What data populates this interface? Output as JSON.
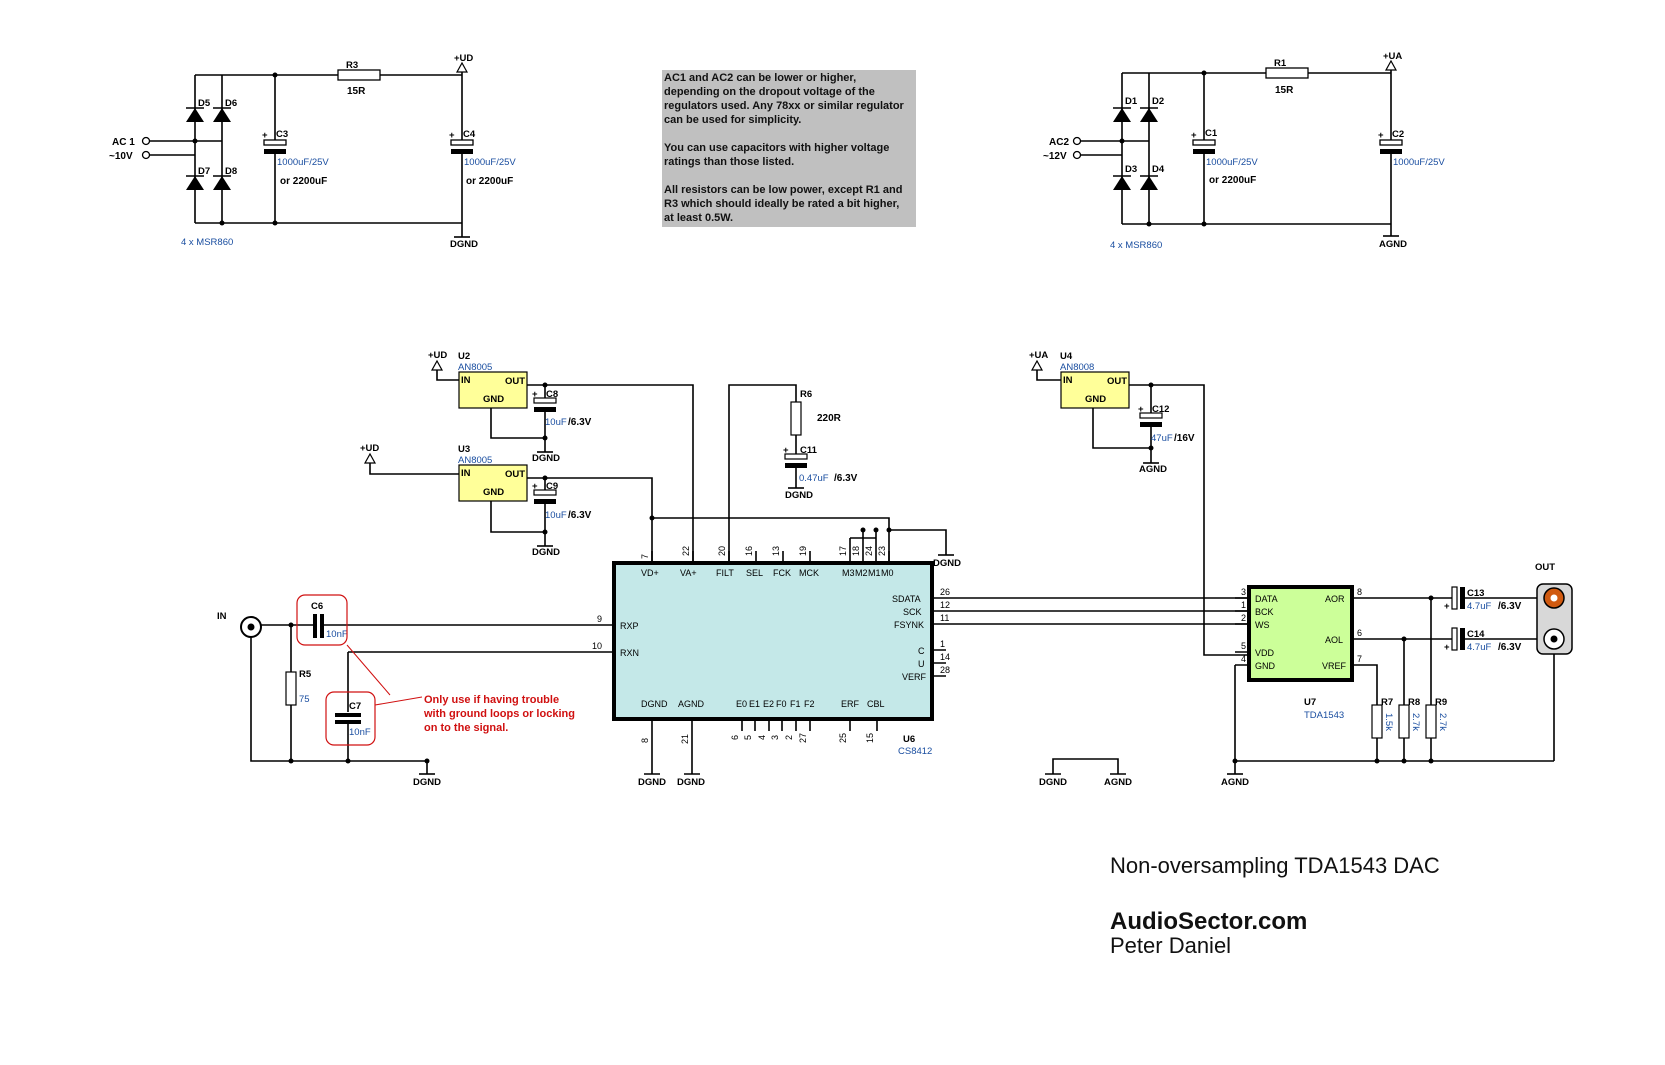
{
  "colors": {
    "ic_fill": "#c4e8e8",
    "regulator_fill": "#ffff99",
    "dac_fill": "#ccff99",
    "note_fill": "#c0c0c0",
    "annotation_red": "#d01010",
    "value_blue": "#1a4ea0",
    "connector_orange": "#d05a10"
  },
  "note": {
    "lines": [
      "AC1 and AC2 can be lower or higher,",
      "depending on the dropout voltage of the",
      "regulators used. Any 78xx or similar regulator",
      "can be used for simplicity.",
      "",
      "You can use capacitors with higher voltage",
      "ratings than those listed.",
      "",
      "All resistors can be low power, except R1 and",
      "R3 which should ideally be rated a bit higher,",
      "at least 0.5W."
    ]
  },
  "supply_left": {
    "input_label": "AC 1",
    "input_voltage": "~10V",
    "diodes": [
      "D5",
      "D6",
      "D7",
      "D8"
    ],
    "diode_note": "4 x MSR860",
    "c3_name": "C3",
    "c3_value": "1000uF/25V",
    "c3_alt": "or 2200uF",
    "r3_name": "R3",
    "r3_value": "15R",
    "c4_name": "C4",
    "c4_value": "1000uF/25V",
    "c4_alt": "or 2200uF",
    "rail": "+UD",
    "ground": "DGND"
  },
  "supply_right": {
    "input_label": "AC2",
    "input_voltage": "~12V",
    "diodes": [
      "D1",
      "D2",
      "D3",
      "D4"
    ],
    "diode_note": "4 x MSR860",
    "c1_name": "C1",
    "c1_value": "1000uF/25V",
    "c1_alt": "or 2200uF",
    "r1_name": "R1",
    "r1_value": "15R",
    "c2_name": "C2",
    "c2_value": "1000uF/25V",
    "rail": "+UA",
    "ground": "AGND"
  },
  "regulators": {
    "u2": {
      "ref": "U2",
      "part": "AN8005",
      "in": "IN",
      "out": "OUT",
      "gnd": "GND",
      "rail": "+UD",
      "cap_name": "C8",
      "cap_value": "10uF",
      "cap_volt": "/6.3V",
      "ground": "DGND"
    },
    "u3": {
      "ref": "U3",
      "part": "AN8005",
      "in": "IN",
      "out": "OUT",
      "gnd": "GND",
      "rail": "+UD",
      "cap_name": "C9",
      "cap_value": "10uF",
      "cap_volt": "/6.3V",
      "ground": "DGND"
    },
    "u4": {
      "ref": "U4",
      "part": "AN8008",
      "in": "IN",
      "out": "OUT",
      "gnd": "GND",
      "rail": "+UA",
      "cap_name": "C12",
      "cap_value": "47uF",
      "cap_volt": "/16V",
      "ground": "AGND"
    }
  },
  "filter": {
    "r6_name": "R6",
    "r6_value": "220R",
    "c11_name": "C11",
    "c11_value": "0.47uF",
    "c11_volt": "/6.3V",
    "ground": "DGND"
  },
  "receiver": {
    "ref": "U6",
    "part": "CS8412",
    "top_pins": [
      {
        "num": "7",
        "name": "VD+"
      },
      {
        "num": "22",
        "name": "VA+"
      },
      {
        "num": "20",
        "name": "FILT"
      },
      {
        "num": "16",
        "name": "SEL"
      },
      {
        "num": "13",
        "name": "FCK"
      },
      {
        "num": "19",
        "name": "MCK"
      },
      {
        "num": "17",
        "name": "M3"
      },
      {
        "num": "18",
        "name": "M2"
      },
      {
        "num": "24",
        "name": "M1"
      },
      {
        "num": "23",
        "name": "M0"
      }
    ],
    "left_pins": [
      {
        "num": "9",
        "name": "RXP"
      },
      {
        "num": "10",
        "name": "RXN"
      }
    ],
    "right_pins": [
      {
        "num": "26",
        "name": "SDATA"
      },
      {
        "num": "12",
        "name": "SCK"
      },
      {
        "num": "11",
        "name": "FSYNK"
      },
      {
        "num": "1",
        "name": "C"
      },
      {
        "num": "14",
        "name": "U"
      },
      {
        "num": "28",
        "name": "VERF"
      }
    ],
    "bottom_pins": [
      {
        "num": "8",
        "name": "DGND"
      },
      {
        "num": "21",
        "name": "AGND"
      },
      {
        "num": "6",
        "name": "E0"
      },
      {
        "num": "5",
        "name": "E1"
      },
      {
        "num": "4",
        "name": "E2"
      },
      {
        "num": "3",
        "name": "F0"
      },
      {
        "num": "2",
        "name": "F1"
      },
      {
        "num": "27",
        "name": "F2"
      },
      {
        "num": "25",
        "name": "ERF"
      },
      {
        "num": "15",
        "name": "CBL"
      }
    ],
    "ground_top": "DGND",
    "ground_bottom_a": "DGND",
    "ground_bottom_b": "DGND"
  },
  "input": {
    "label": "IN",
    "c6_name": "C6",
    "c6_value": "10nF",
    "r5_name": "R5",
    "r5_value": "75",
    "c7_name": "C7",
    "c7_value": "10nF",
    "ground": "DGND",
    "annotation": [
      "Only use if having trouble",
      "with ground loops or locking",
      "on to the signal."
    ]
  },
  "dac": {
    "ref": "U7",
    "part": "TDA1543",
    "left_pins": [
      {
        "num": "3",
        "name": "DATA"
      },
      {
        "num": "1",
        "name": "BCK"
      },
      {
        "num": "2",
        "name": "WS"
      },
      {
        "num": "5",
        "name": "VDD"
      },
      {
        "num": "4",
        "name": "GND"
      }
    ],
    "right_pins": [
      {
        "num": "8",
        "name": "AOR"
      },
      {
        "num": "6",
        "name": "AOL"
      },
      {
        "num": "7",
        "name": "VREF"
      }
    ],
    "r7_name": "R7",
    "r7_value": "1.5k",
    "r8_name": "R8",
    "r8_value": "2.7k",
    "r9_name": "R9",
    "r9_value": "2.7k",
    "c13_name": "C13",
    "c13_value": "4.7uF",
    "c13_volt": "/6.3V",
    "c14_name": "C14",
    "c14_value": "4.7uF",
    "c14_volt": "/6.3V",
    "out_label": "OUT",
    "ground": "AGND"
  },
  "ground_link": {
    "left": "DGND",
    "right": "AGND"
  },
  "titles": {
    "title": "Non-oversampling TDA1543 DAC",
    "brand": "AudioSector.com",
    "author": "Peter Daniel"
  }
}
